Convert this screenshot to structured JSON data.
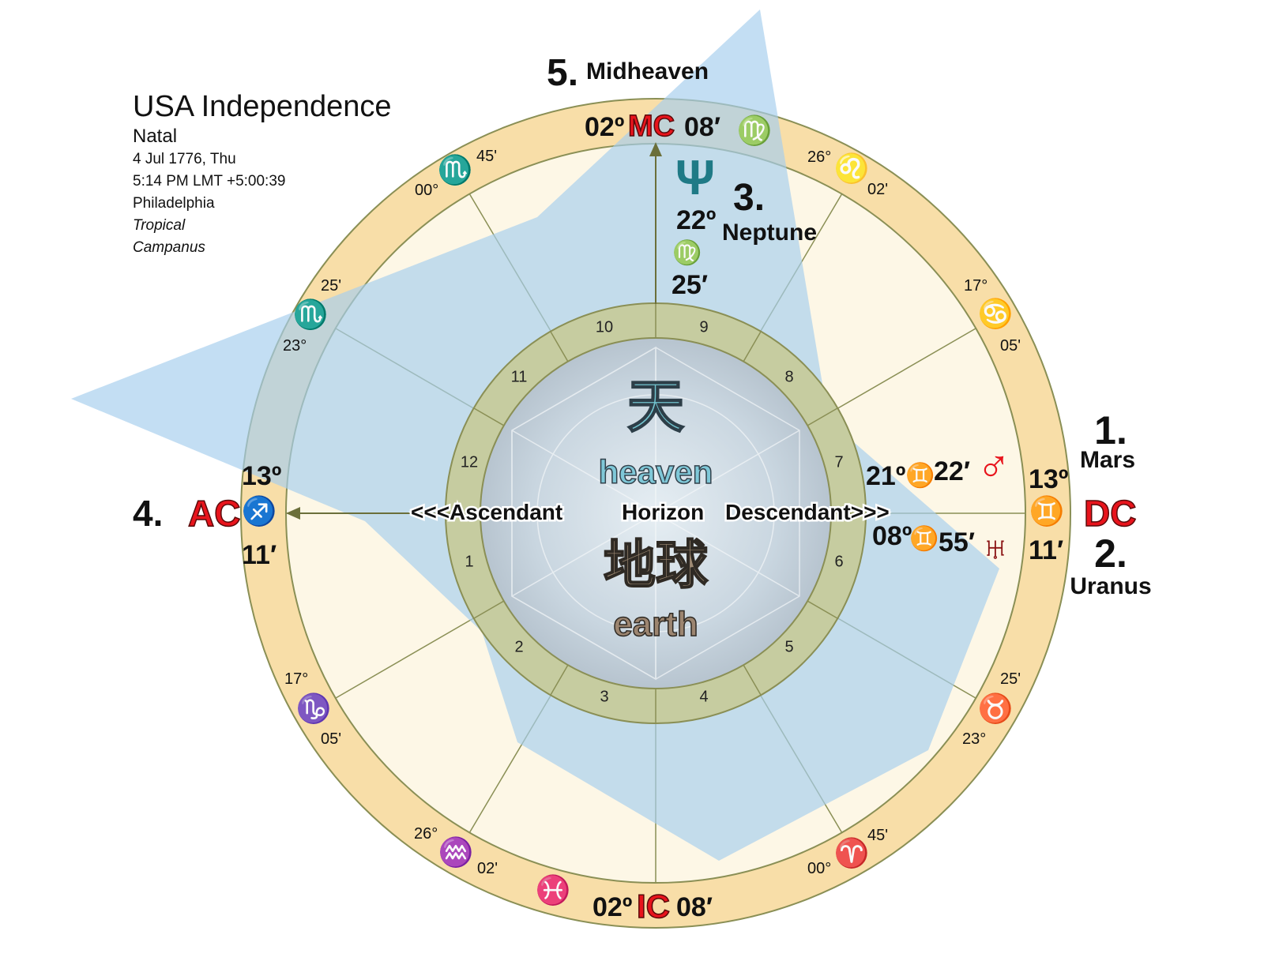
{
  "header": {
    "title": "USA Independence",
    "chart_type": "Natal",
    "date": "4 Jul 1776, Thu",
    "time": "5:14 PM LMT +5:00:39",
    "place": "Philadelphia",
    "zodiac": "Tropical",
    "house_system": "Campanus"
  },
  "callouts": {
    "midheaven_num": "5.",
    "midheaven": "Midheaven",
    "neptune_num": "3.",
    "neptune": "Neptune",
    "mars_num": "1.",
    "mars": "Mars",
    "uranus_num": "2.",
    "uranus": "Uranus",
    "ac_num": "4."
  },
  "angles": {
    "mc": {
      "label": "MC",
      "deg": "02º",
      "min": "08′"
    },
    "ic": {
      "label": "IC",
      "deg": "02º",
      "min": "08′"
    },
    "ac": {
      "label": "AC",
      "deg": "13º",
      "min": "11′"
    },
    "dc": {
      "label": "DC",
      "deg": "13º",
      "min": "11′"
    }
  },
  "planets": {
    "neptune": {
      "glyph": "Ψ",
      "deg": "22º",
      "min": "25′"
    },
    "mars": {
      "glyph": "♂",
      "deg": "21º",
      "min": "22′"
    },
    "uranus": {
      "glyph": "♅",
      "deg": "08º",
      "min": "55′"
    }
  },
  "cusp_labels": {
    "leo": {
      "deg": "26°",
      "min": "02'"
    },
    "cancer": {
      "deg": "17°",
      "min": "05'"
    },
    "taurus": {
      "deg": "23°",
      "min": "25'"
    },
    "aries": {
      "deg": "00°",
      "min": "45'"
    },
    "aquarius": {
      "deg": "26°",
      "min": "02'"
    },
    "capricorn": {
      "deg": "17°",
      "min": "05'"
    },
    "scorpio": {
      "deg": "23°",
      "min": "25'"
    },
    "scorpio_top": {
      "deg": "00°",
      "min": "45'"
    }
  },
  "horizon": {
    "ascendant": "<<<Ascendant",
    "horizon": "Horizon",
    "descendant": "Descendant>>>"
  },
  "center": {
    "heaven_cjk": "天",
    "heaven": "heaven",
    "earth_cjk": "地球",
    "earth": "earth"
  },
  "houses": [
    "1",
    "2",
    "3",
    "4",
    "5",
    "6",
    "7",
    "8",
    "9",
    "10",
    "11",
    "12"
  ],
  "colors": {
    "outer_ring": "#f8dea8",
    "inner_ring": "#c6cca0",
    "body": "#fdf7e6",
    "polygon": "#a6cfee",
    "angle_red": "#e8141c",
    "aspect_line": "#8a8f55"
  }
}
